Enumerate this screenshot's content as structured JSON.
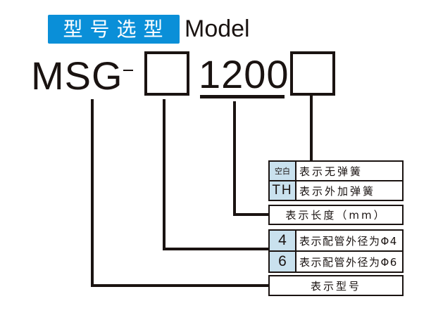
{
  "header": {
    "badge_text": "型号选型",
    "badge_color": "#0a8fd8",
    "subtitle": "Model"
  },
  "model_code": {
    "prefix": "MSG",
    "separator": "-",
    "slot1_placeholder": "",
    "length_value": "1200",
    "slot2_placeholder": ""
  },
  "legend": {
    "spring_options": [
      {
        "key": "空白",
        "description": "表示无弹簧"
      },
      {
        "key": "TH",
        "description": "表示外加弹簧"
      }
    ],
    "length": {
      "description": "表示长度（mm）"
    },
    "pipe_options": [
      {
        "key": "4",
        "description": "表示配管外径为Φ4"
      },
      {
        "key": "6",
        "description": "表示配管外径为Φ6"
      }
    ],
    "model": {
      "description": "表示型号"
    },
    "key_cell_color": "#c9e1ee"
  }
}
